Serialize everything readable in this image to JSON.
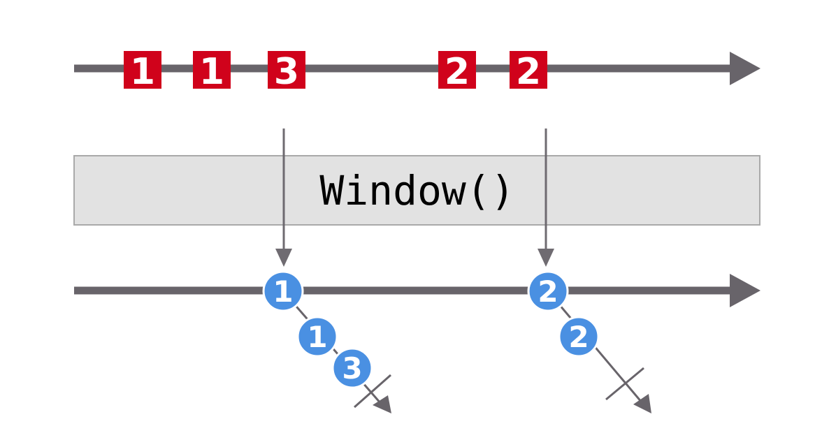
{
  "operator": {
    "label": "Window()"
  },
  "colors": {
    "timeline": "#68646a",
    "input_item": "#d0021b",
    "output_item": "#4a90e2",
    "operator_fill": "#e2e2e2",
    "operator_stroke": "#a9a9a9"
  },
  "input": {
    "items": [
      {
        "label": "1"
      },
      {
        "label": "1"
      },
      {
        "label": "3"
      },
      {
        "label": "2"
      },
      {
        "label": "2"
      }
    ]
  },
  "windows": [
    {
      "items": [
        {
          "label": "1"
        },
        {
          "label": "1"
        },
        {
          "label": "3"
        }
      ]
    },
    {
      "items": [
        {
          "label": "2"
        },
        {
          "label": "2"
        }
      ]
    }
  ]
}
